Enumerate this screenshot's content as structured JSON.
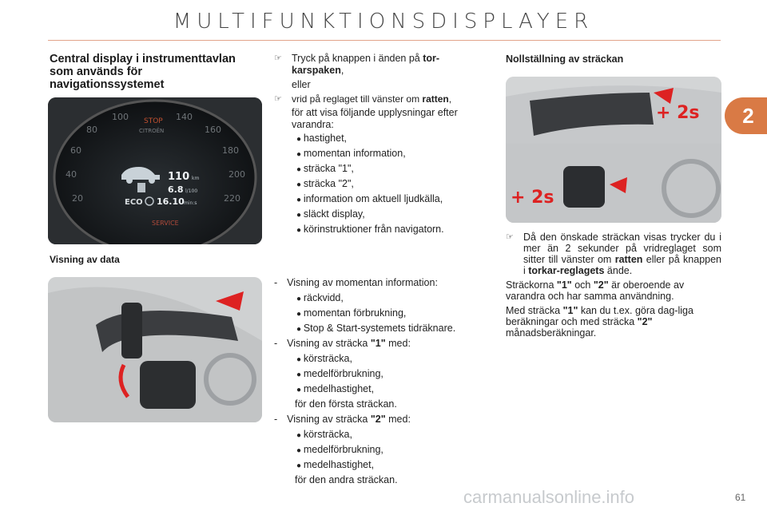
{
  "header": {
    "title": "MULTIFUNKTIONSDISPLAYER",
    "chapter": "2"
  },
  "left": {
    "heading": "Central display i instrumenttavlan som används för navigationssystemet",
    "cluster": {
      "stop": "STOP",
      "brand": "CITROËN",
      "service": "SERVICE",
      "speed_value": "110",
      "speed_unit": "km",
      "consumption_value": "6.8",
      "consumption_unit": "l/100",
      "eco": "ECO",
      "time_value": "16.10",
      "time_unit": "min:s"
    },
    "caption": "Visning av data"
  },
  "middle": {
    "line1_pre": "Tryck på knappen i änden på ",
    "line1_bold": "tor-karspaken",
    "line1_post": ",",
    "or": "eller",
    "line2_pre": "vrid på reglaget till vänster om ",
    "line2_bold": "ratten",
    "line2_post": ",",
    "line2_cont": "för att visa följande upplysningar efter varandra:",
    "list": [
      "hastighet,",
      "momentan information,",
      "sträcka \"1\",",
      "sträcka \"2\",",
      "information om aktuell ljudkälla,",
      "släckt display,",
      "körinstruktioner från navigatorn."
    ],
    "sec1": "Visning av momentan information:",
    "sec1_items": [
      "räckvidd,",
      "momentan förbrukning,",
      "Stop & Start-systemets tidräknare."
    ],
    "sec2_pre": "Visning av sträcka ",
    "sec2_bold": "\"1\"",
    "sec2_post": " med:",
    "sec2_items": [
      "körsträcka,",
      "medelförbrukning,",
      "medelhastighet,"
    ],
    "sec2_tail": "för den första sträckan.",
    "sec3_pre": "Visning av sträcka ",
    "sec3_bold": "\"2\"",
    "sec3_post": " med:",
    "sec3_items": [
      "körsträcka,",
      "medelförbrukning,",
      "medelhastighet,"
    ],
    "sec3_tail": "för den andra sträckan."
  },
  "right": {
    "heading": "Nollställning av sträckan",
    "badge": "+ 2s",
    "p1": "Då den önskade sträckan visas trycker du i mer än 2 sekunder på vridreglaget som sitter till vänster om ",
    "p1_b1": "ratten",
    "p1_mid": " eller på knappen i ",
    "p1_b2": "torkar-reglagets",
    "p1_end": " ände.",
    "p2_a": "Sträckorna ",
    "p2_b1": "\"1\"",
    "p2_mid": " och ",
    "p2_b2": "\"2\"",
    "p2_end": " är oberoende av varandra och har samma användning.",
    "p3_a": "Med sträcka ",
    "p3_b1": "\"1\"",
    "p3_mid": " kan du t.ex. göra dag-liga beräkningar och med sträcka ",
    "p3_b2": "\"2\"",
    "p3_end": " månadsberäkningar."
  },
  "footer": {
    "page": "61",
    "watermark": "carmanualsonline.info"
  }
}
